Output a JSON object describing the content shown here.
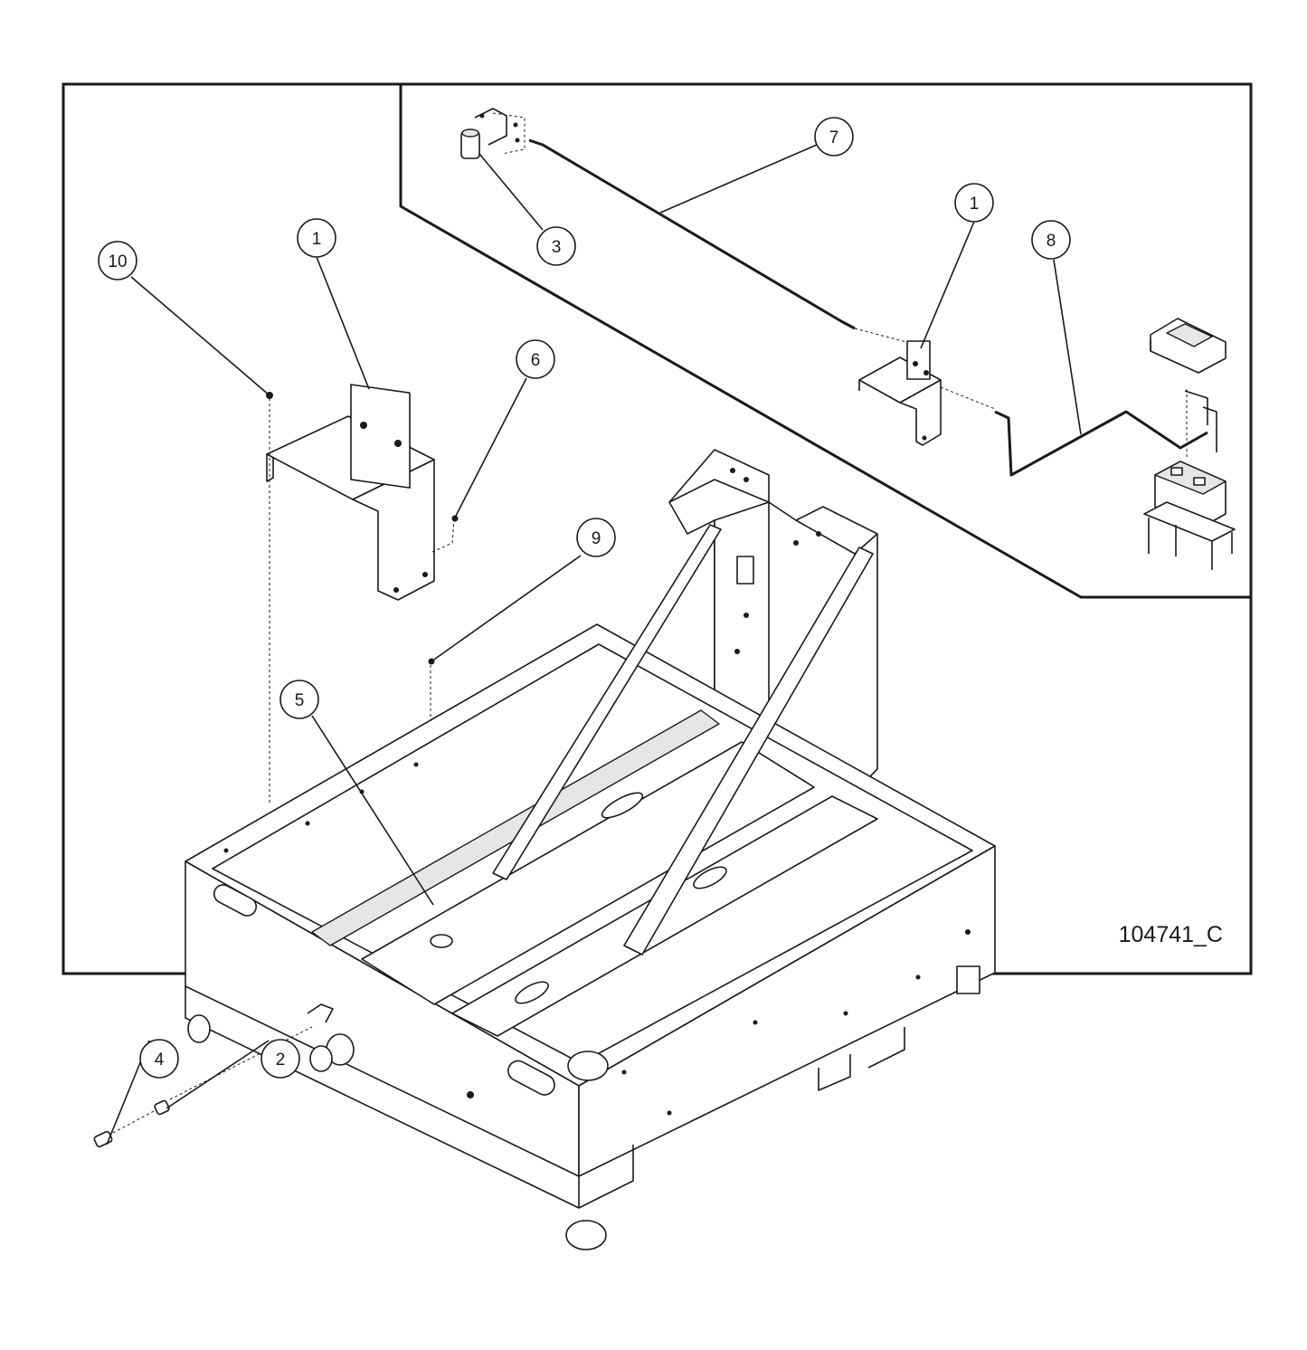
{
  "drawing_number": "104741_C",
  "callouts": [
    {
      "label": "1"
    },
    {
      "label": "1"
    },
    {
      "label": "2"
    },
    {
      "label": "3"
    },
    {
      "label": "4"
    },
    {
      "label": "5"
    },
    {
      "label": "6"
    },
    {
      "label": "7"
    },
    {
      "label": "8"
    },
    {
      "label": "9"
    },
    {
      "label": "10"
    }
  ]
}
